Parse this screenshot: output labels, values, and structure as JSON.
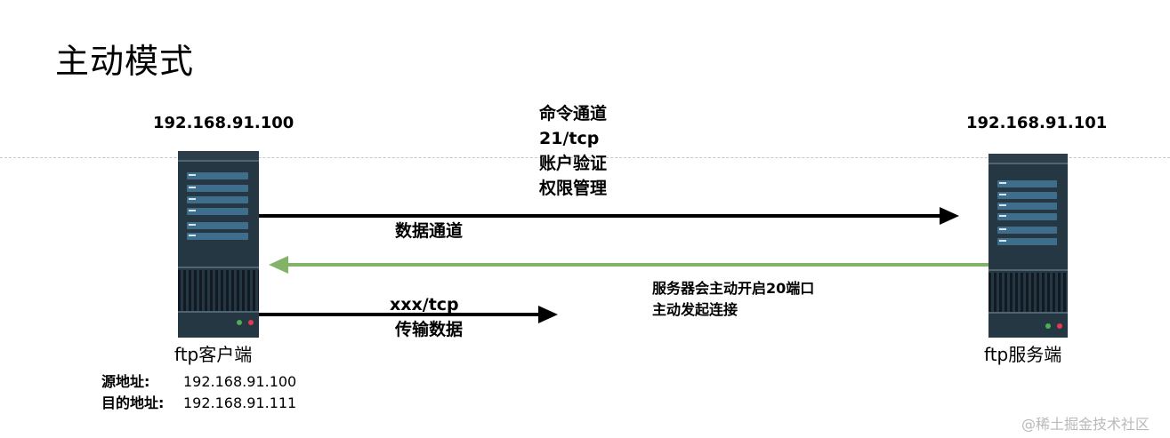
{
  "title": "主动模式",
  "client": {
    "ip": "192.168.91.100",
    "label": "ftp客户端",
    "addresses": [
      {
        "label": "源地址:",
        "value": "192.168.91.100"
      },
      {
        "label": "目的地址:",
        "value": "192.168.91.111"
      }
    ]
  },
  "server": {
    "ip": "192.168.91.101",
    "label": "ftp服务端"
  },
  "command_channel": {
    "lines": [
      "命令通道",
      "21/tcp",
      "账户验证",
      "权限管理"
    ]
  },
  "data_channel_label": "数据通道",
  "server_note": {
    "lines": [
      "服务器会主动开启20端口",
      "主动发起连接"
    ]
  },
  "transfer": {
    "port": "xxx/tcp",
    "label": "传输数据"
  },
  "arrows": {
    "black_color": "#000000",
    "green_color": "#82b366"
  },
  "watermark": "@稀土掘金技术社区"
}
